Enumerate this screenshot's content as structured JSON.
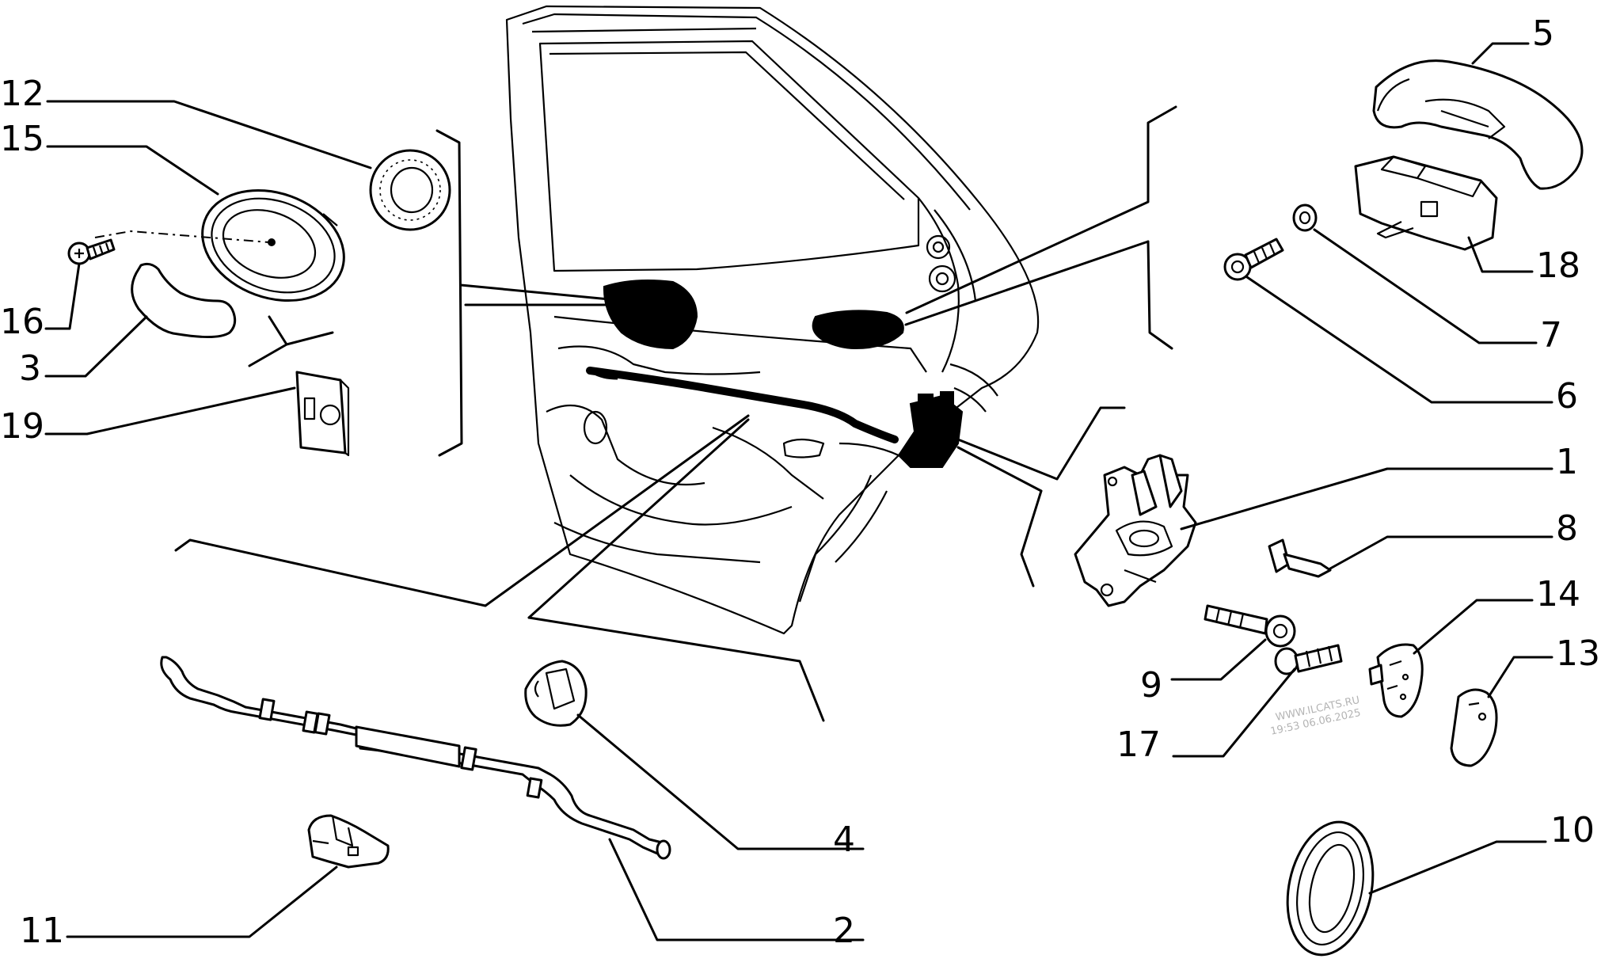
{
  "callouts": {
    "c1": "1",
    "c2": "2",
    "c3": "3",
    "c4": "4",
    "c5": "5",
    "c6": "6",
    "c7": "7",
    "c8": "8",
    "c9": "9",
    "c10": "10",
    "c11": "11",
    "c12": "12",
    "c13": "13",
    "c14": "14",
    "c15": "15",
    "c16": "16",
    "c17": "17",
    "c18": "18",
    "c19": "19"
  },
  "watermark": {
    "line1": "WWW.ILCATS.RU",
    "line2": "19:53 06.06.2025"
  }
}
